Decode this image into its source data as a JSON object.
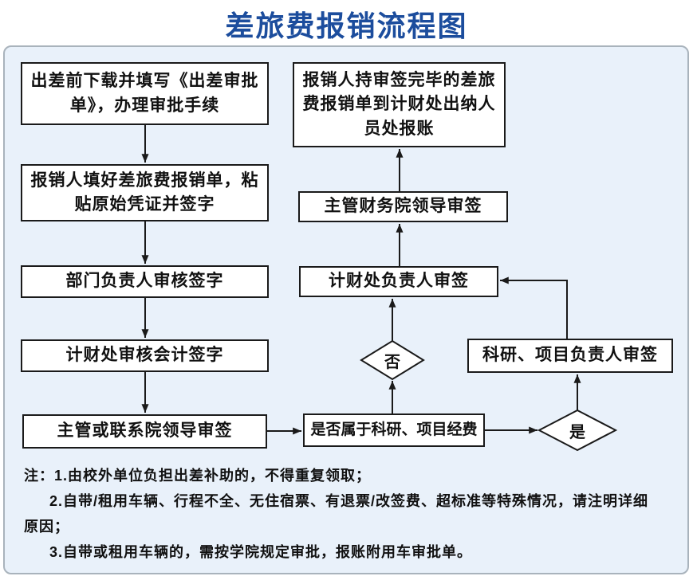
{
  "title": "差旅费报销流程图",
  "colors": {
    "title_text": "#1c4d9d",
    "panel_bg": "#e9f1fa",
    "panel_border": "#a9b3bc",
    "box_bg": "#ffffff",
    "box_border": "#1a1a1a",
    "line": "#1a1a1a",
    "text": "#111111"
  },
  "nodes": {
    "download_form": "出差前下载并填写《出差审批单》，办理审批手续",
    "fill_form": "报销人填好差旅费报销单，粘贴原始凭证并签字",
    "dept_head_sign": "部门负责人审核签字",
    "finance_accountant_sign": "计财处审核会计签字",
    "college_leader_sign": "主管或联系院领导审签",
    "fund_check": "是否属于科研、项目经费",
    "no_label": "否",
    "yes_label": "是",
    "research_pi_sign": "科研、项目负责人审签",
    "finance_head_sign": "计财处负责人审签",
    "finance_vp_sign": "主管财务院领导审签",
    "cashier_reimburse": "报销人持审签完毕的差旅费报销单到计财处出纳人员处报账"
  },
  "notes": {
    "lines": [
      "注：1.由校外单位负担出差补助的，不得重复领取；",
      "2.自带/租用车辆、行程不全、无住宿票、有退票/改签费、超标准等特殊情况，请注明详细",
      "原因；",
      "3.自带或租用车辆的，需按学院规定审批，报账附用车审批单。"
    ]
  }
}
